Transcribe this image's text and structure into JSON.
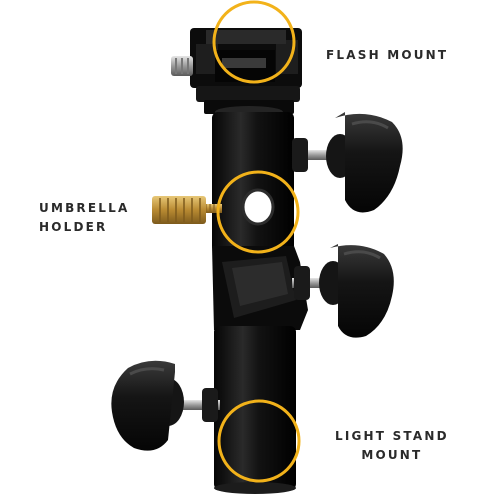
{
  "labels": {
    "flash_mount": "FLASH MOUNT",
    "umbrella_holder_line1": "UMBRELLA",
    "umbrella_holder_line2": "HOLDER",
    "light_stand_line1": "LIGHT STAND",
    "light_stand_line2": "MOUNT"
  },
  "colors": {
    "highlight_ring": "#f2b21a",
    "body": "#111111",
    "brass": "#c9a047",
    "steel": "#b9b9b9"
  },
  "icons": {
    "product": "light-stand-umbrella-bracket-icon"
  }
}
